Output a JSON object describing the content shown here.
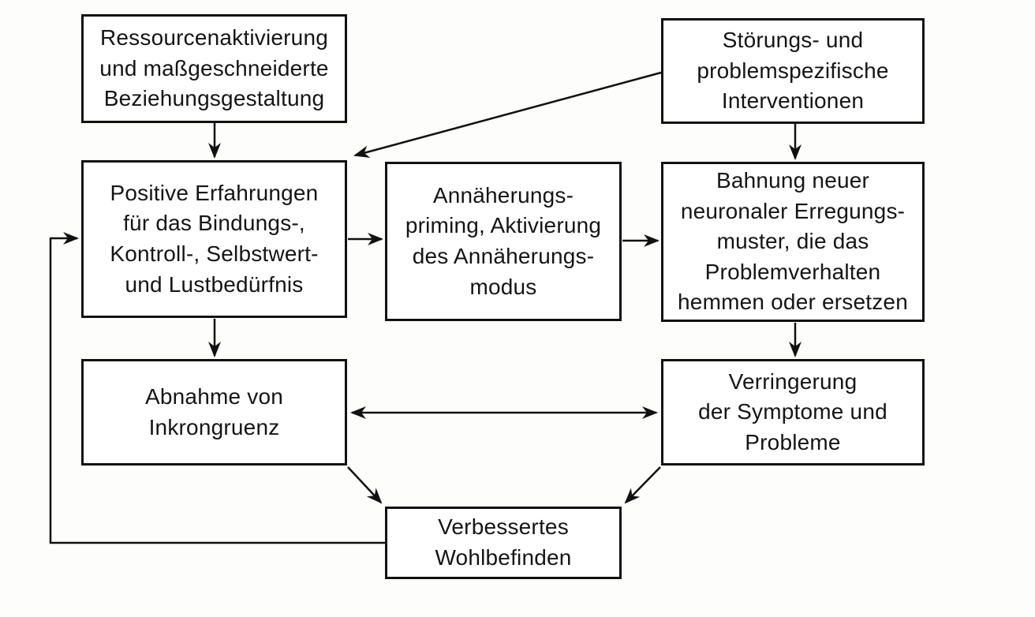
{
  "colors": {
    "ink": "#111111",
    "box_background": "#ffffff",
    "page_background": "#fdfdfc"
  },
  "diagram": {
    "language": "de",
    "nodes": {
      "ressourcen": {
        "label": [
          "Ressourcenaktivierung",
          "und maßgeschneiderte",
          "Beziehungsgestaltung"
        ]
      },
      "stoerung": {
        "label": [
          "Störungs- und",
          "problemspezifische",
          "Interventionen"
        ]
      },
      "positive": {
        "label": [
          "Positive Erfahrungen",
          "für das Bindungs-,",
          "Kontroll-, Selbstwert-",
          "und Lustbedürfnis"
        ]
      },
      "annaeherung": {
        "label": [
          "Annäherungs-",
          "priming, Aktivierung",
          "des Annäherungs-",
          "modus"
        ]
      },
      "bahnung": {
        "label": [
          "Bahnung neuer",
          "neuronaler Erregungs-",
          "muster, die das",
          "Problemverhalten",
          "hemmen oder ersetzen"
        ]
      },
      "abnahme": {
        "label": [
          "Abnahme von",
          "Inkrongruenz"
        ]
      },
      "verringerung": {
        "label": [
          "Verringerung",
          "der Symptome und",
          "Probleme"
        ]
      },
      "wohlbefinden": {
        "label": [
          "Verbessertes",
          "Wohlbefinden"
        ]
      }
    },
    "edges": [
      {
        "from": "ressourcen",
        "to": "positive",
        "type": "arrow"
      },
      {
        "from": "stoerung",
        "to": "bahnung",
        "type": "arrow"
      },
      {
        "from": "stoerung",
        "to": "positive",
        "type": "arrow-diagonal"
      },
      {
        "from": "positive",
        "to": "annaeherung",
        "type": "arrow"
      },
      {
        "from": "annaeherung",
        "to": "bahnung",
        "type": "arrow"
      },
      {
        "from": "positive",
        "to": "abnahme",
        "type": "arrow"
      },
      {
        "from": "bahnung",
        "to": "verringerung",
        "type": "arrow"
      },
      {
        "from": "abnahme",
        "to": "verringerung",
        "type": "double-arrow"
      },
      {
        "from": "abnahme",
        "to": "wohlbefinden",
        "type": "arrow-diagonal"
      },
      {
        "from": "verringerung",
        "to": "wohlbefinden",
        "type": "arrow-diagonal"
      },
      {
        "from": "wohlbefinden",
        "to": "positive",
        "type": "feedback-arrow"
      }
    ]
  }
}
